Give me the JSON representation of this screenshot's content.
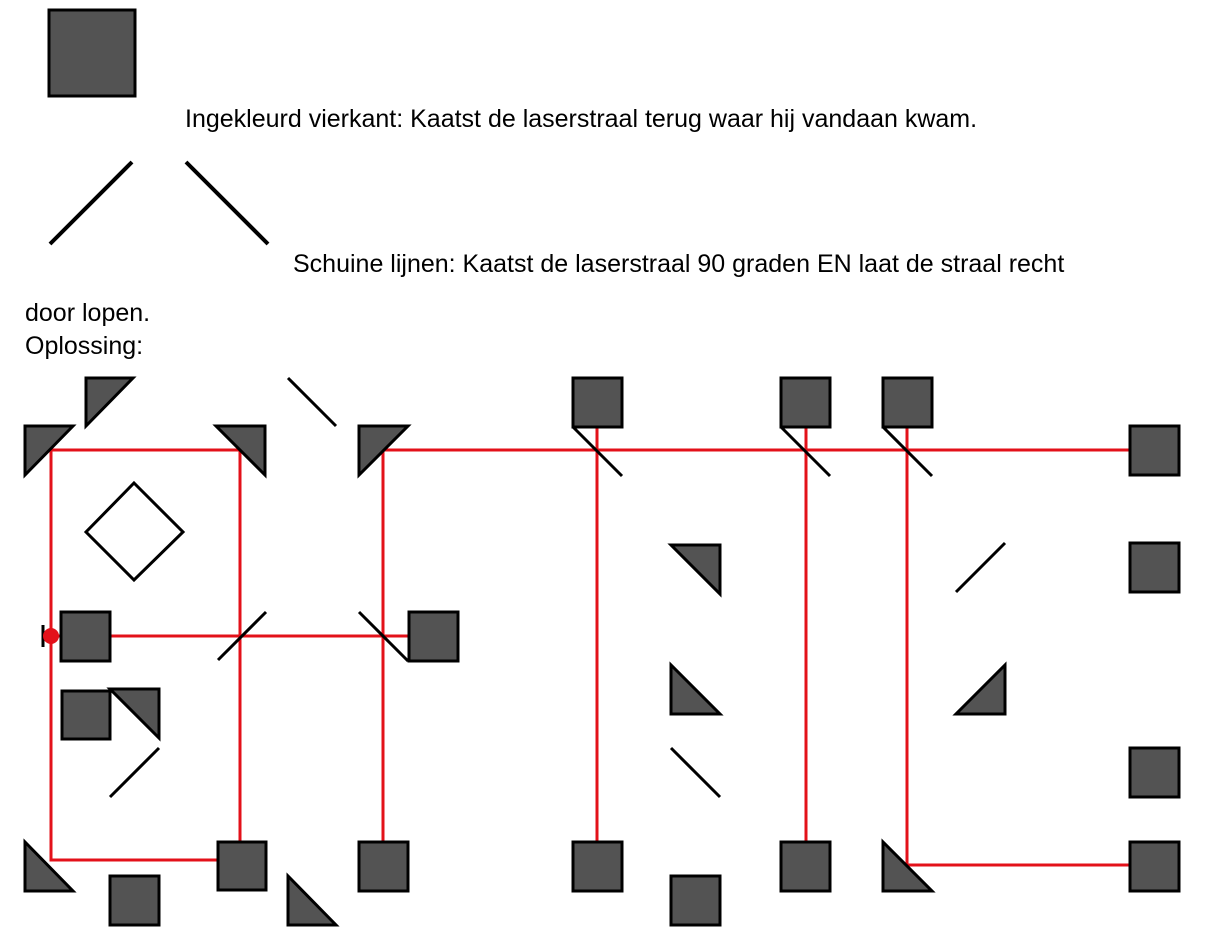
{
  "legend": {
    "square_text": "Ingekleurd vierkant: Kaatst de laserstraal terug waar hij vandaan kwam.",
    "lines_text_1": "Schuine lijnen: Kaatst de laserstraal 90 graden EN laat de straal recht",
    "lines_text_2": "door lopen."
  },
  "solution_label": "Oplossing:",
  "colors": {
    "block_fill": "#535353",
    "stroke": "#000000",
    "laser": "#e3111a"
  },
  "icons": [
    "filled-square-icon",
    "slash-line-icon",
    "backslash-line-icon",
    "triangle-mirror-icon",
    "diamond-icon",
    "laser-source-icon"
  ]
}
